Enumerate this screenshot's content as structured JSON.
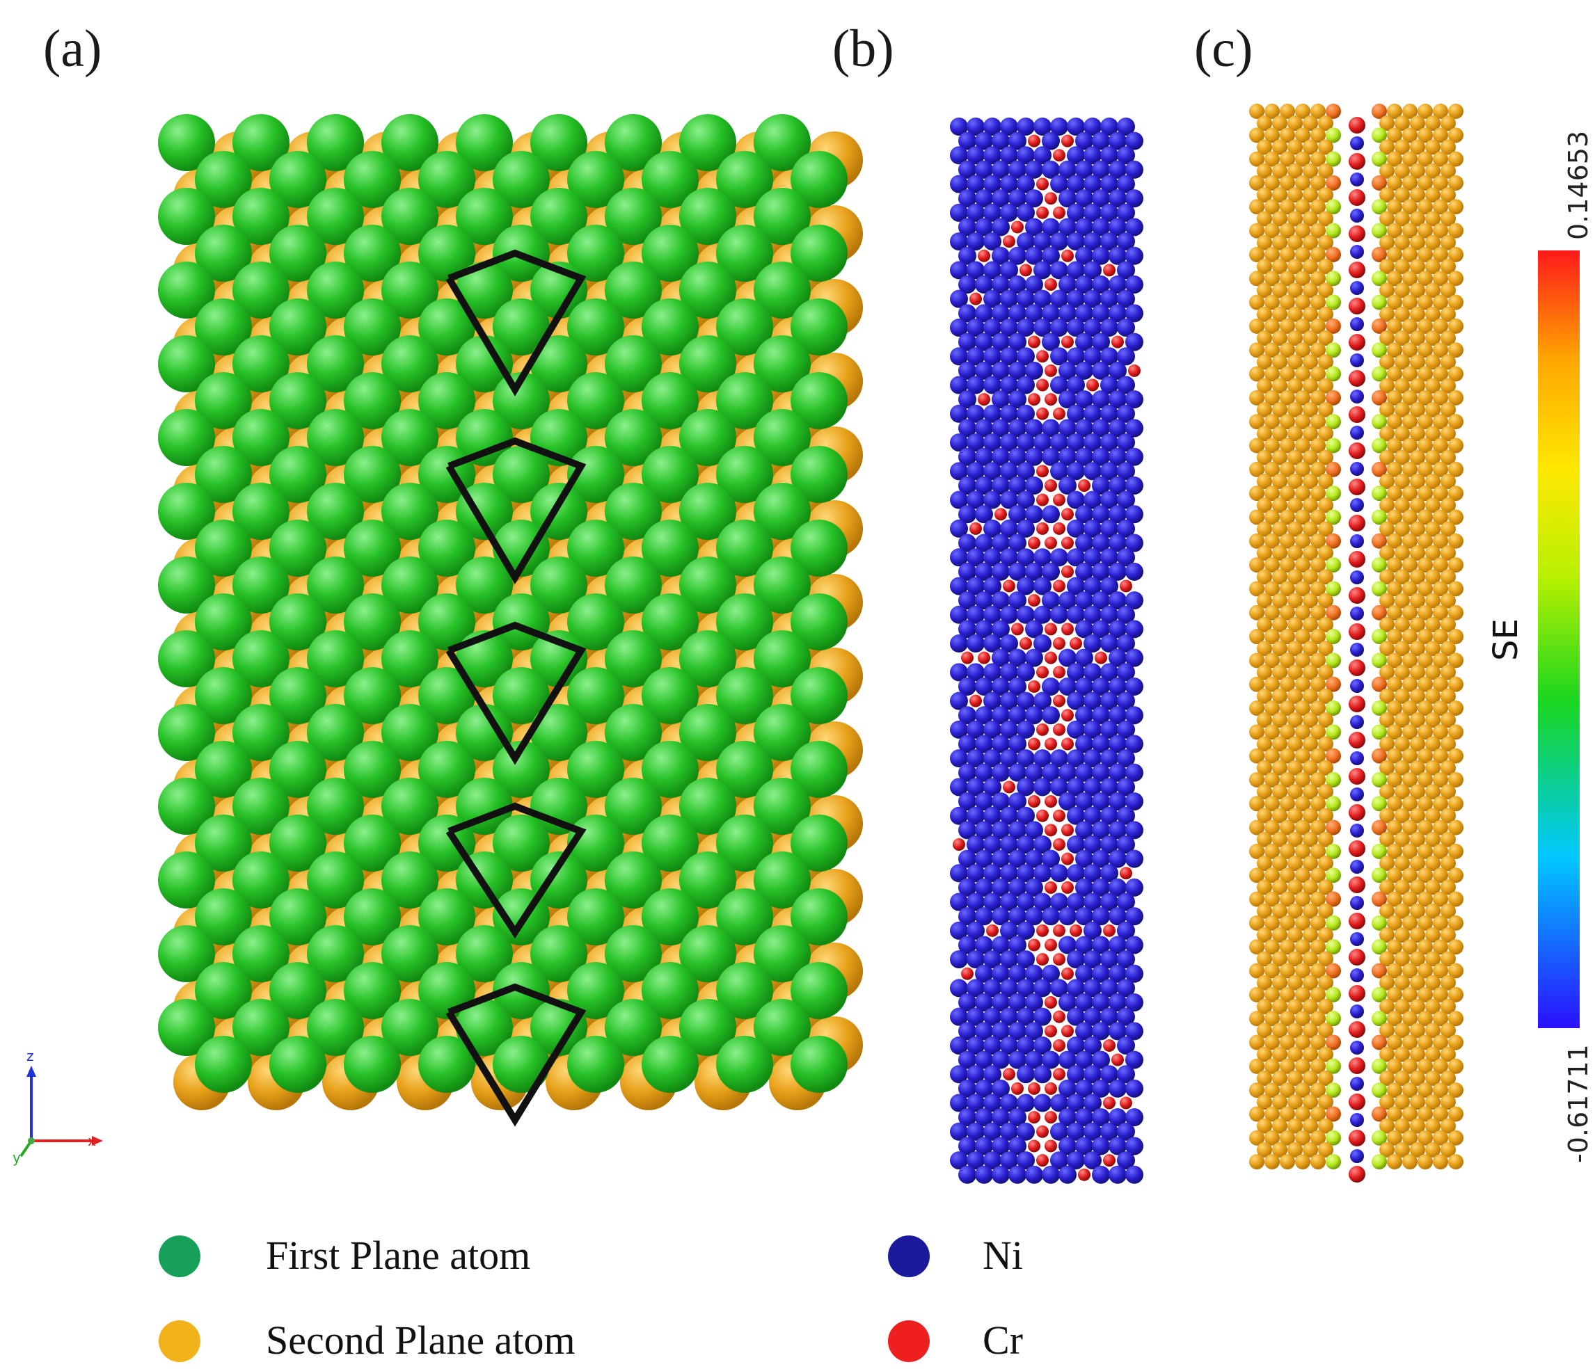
{
  "panels": {
    "a": {
      "label": "(a)"
    },
    "b": {
      "label": "(b)"
    },
    "c": {
      "label": "(c)"
    }
  },
  "colors": {
    "first_plane": "#2ec52e",
    "second_plane": "#e8a51c",
    "ni": "#2a1fd0",
    "cr": "#e01a1a",
    "triangle": "#111111",
    "colormap": [
      "#2a10ff",
      "#00c8ff",
      "#19d61f",
      "#b8f000",
      "#ffe800",
      "#ffa600",
      "#ff1a1a"
    ]
  },
  "axes_indicator": {
    "z": "z",
    "x": "x",
    "y": "y"
  },
  "colorbar": {
    "title": "SE",
    "max": "0.14653",
    "min": "-0.61711"
  },
  "legend": {
    "first_plane": "First  Plane atom",
    "second_plane": "Second  Plane atom",
    "ni": "Ni",
    "cr": "Cr"
  }
}
